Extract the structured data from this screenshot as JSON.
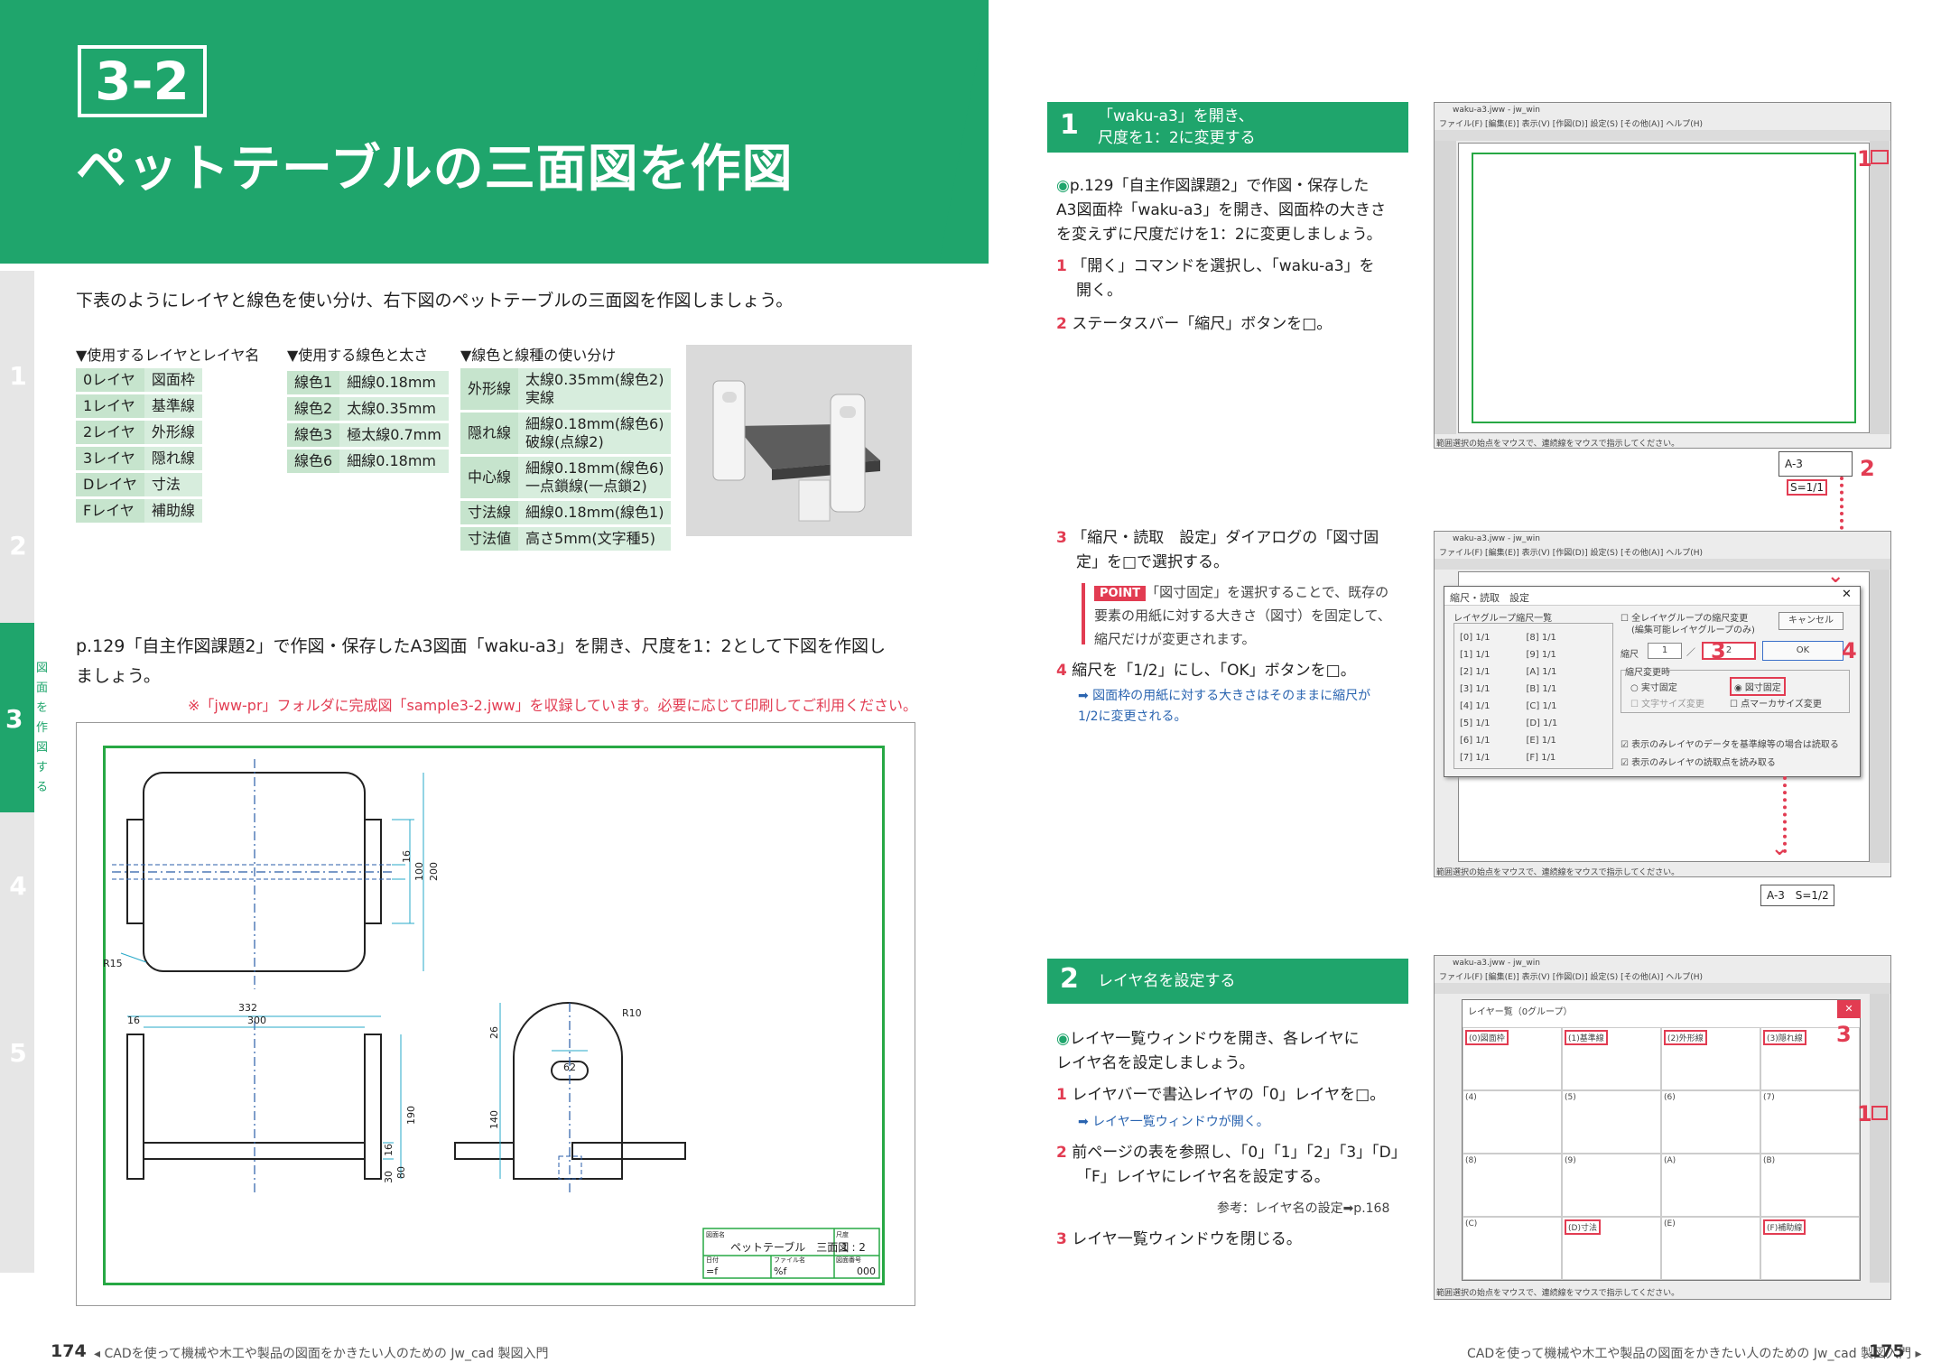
{
  "header": {
    "chapter": "3-2",
    "title": "ペットテーブルの三面図を作図"
  },
  "side_tabs": [
    "1",
    "2",
    "3",
    "4",
    "5"
  ],
  "side_tab_label": "図面を作図する",
  "intro": "下表のようにレイヤと線色を使い分け、右下図のペットテーブルの三面図を作図しましょう。",
  "tables": {
    "layers_head": "▼使用するレイヤとレイヤ名",
    "layers": [
      [
        "0レイヤ",
        "図面枠"
      ],
      [
        "1レイヤ",
        "基準線"
      ],
      [
        "2レイヤ",
        "外形線"
      ],
      [
        "3レイヤ",
        "隠れ線"
      ],
      [
        "Dレイヤ",
        "寸法"
      ],
      [
        "Fレイヤ",
        "補助線"
      ]
    ],
    "colors_head": "▼使用する線色と太さ",
    "colors": [
      [
        "線色1",
        "細線0.18mm"
      ],
      [
        "線色2",
        "太線0.35mm"
      ],
      [
        "線色3",
        "極太線0.7mm"
      ],
      [
        "線色6",
        "細線0.18mm"
      ]
    ],
    "usage_head": "▼線色と線種の使い分け",
    "usage": [
      [
        "外形線",
        "太線0.35mm(線色2)",
        "実線"
      ],
      [
        "隠れ線",
        "細線0.18mm(線色6)",
        "破線(点線2)"
      ],
      [
        "中心線",
        "細線0.18mm(線色6)",
        "一点鎖線(一点鎖2)"
      ],
      [
        "寸法線",
        "細線0.18mm(線色1)",
        ""
      ],
      [
        "寸法値",
        "高さ5mm(文字種5)",
        ""
      ]
    ]
  },
  "task_line1": "p.129「自主作図課題2」で作図・保存したA3図面「waku-a3」を開き、尺度を1：2として下図を作図し",
  "task_line2": "ましょう。",
  "note": "※「jww-pr」フォルダに完成図「sample3-2.jww」を収録しています。必要に応じて印刷してご利用ください。",
  "drawing": {
    "dims": {
      "w332": "332",
      "w300": "300",
      "w16": "16",
      "h16": "16",
      "h100": "100",
      "h200": "200",
      "r15": "R15",
      "h190": "190",
      "h30": "30",
      "h16b": "16",
      "h80": "80",
      "h26": "26",
      "h140": "140",
      "w62": "62",
      "r10": "R10"
    },
    "title_block": {
      "name_label": "図面名",
      "name": "ペットテーブル　三面図",
      "scale_label": "尺度",
      "scale": "1 : 2",
      "f1": "=f",
      "f2": "%f",
      "num_label": "図面番号",
      "num": "000",
      "l1": "日付",
      "l2": "ファイル名"
    }
  },
  "steps": [
    {
      "num": "1",
      "title1": "「waku-a3」を開き、",
      "title2": "尺度を1：2に変更する",
      "lead1": "p.129「自主作図課題2」で作図・保存した",
      "lead2": "A3図面枠「waku-a3」を開き、図面枠の大きさ",
      "lead3": "を変えずに尺度だけを1：2に変更しましょう。",
      "s1n": "1",
      "s1a": "「開く」コマンドを選択し、「waku-a3」を",
      "s1b": "開く。",
      "s2n": "2",
      "s2": "ステータスバー「縮尺」ボタンを□。",
      "s3n": "3",
      "s3a": "「縮尺・読取　設定」ダイアログの「図寸固",
      "s3b": "定」を□で選択する。",
      "point": "POINT",
      "p1": "「図寸固定」を選択することで、既存の",
      "p2": "要素の用紙に対する大きさ（図寸）を固定して、",
      "p3": "縮尺だけが変更されます。",
      "s4n": "4",
      "s4": "縮尺を「1/2」にし、「OK」ボタンを□。",
      "s4sub1": "➡ 図面枠の用紙に対する大きさはそのままに縮尺が",
      "s4sub2": "1/2に変更される。"
    },
    {
      "num": "2",
      "title": "レイヤ名を設定する",
      "lead1": "レイヤ一覧ウィンドウを開き、各レイヤに",
      "lead2": "レイヤ名を設定しましょう。",
      "s1n": "1",
      "s1": "レイヤバーで書込レイヤの「0」レイヤを□。",
      "s1sub": "➡ レイヤ一覧ウィンドウが開く。",
      "s2n": "2",
      "s2a": "前ページの表を参照し、「0」「1」「2」「3」「D」",
      "s2b": "「F」レイヤにレイヤ名を設定する。",
      "ref": "参考：レイヤ名の設定➡p.168",
      "s3n": "3",
      "s3": "レイヤ一覧ウィンドウを閉じる。"
    }
  ],
  "screens": {
    "title1": "waku-a3.jww - jw_win",
    "menu": "ファイル(F)  [編集(E)]  表示(V)  [作図(D)]  設定(S)  [その他(A)]  ヘルプ(H)",
    "status": "範囲選択の始点をマウスで、連続線をマウスで指示してください。",
    "status_a3": "A-3",
    "status_s": "S=1/1",
    "status_s2": "S=1/2",
    "dialog_title": "縮尺・読取　設定",
    "dialog_group": "レイヤグループ縮尺一覧",
    "dialog_rows": [
      [
        "[0]",
        "1/1",
        "[8]",
        "1/1"
      ],
      [
        "[1]",
        "1/1",
        "[9]",
        "1/1"
      ],
      [
        "[2]",
        "1/1",
        "[A]",
        "1/1"
      ],
      [
        "[3]",
        "1/1",
        "[B]",
        "1/1"
      ],
      [
        "[4]",
        "1/1",
        "[C]",
        "1/1"
      ],
      [
        "[5]",
        "1/1",
        "[D]",
        "1/1"
      ],
      [
        "[6]",
        "1/1",
        "[E]",
        "1/1"
      ],
      [
        "[7]",
        "1/1",
        "[F]",
        "1/1"
      ]
    ],
    "dialog_all": "全レイヤグループの縮尺変更",
    "dialog_all2": "(編集可能レイヤグループのみ)",
    "dialog_cancel": "キャンセル",
    "dialog_ok": "OK",
    "dialog_scale": "縮尺",
    "dialog_num": "1",
    "dialog_den": "2",
    "dialog_change": "縮尺変更時",
    "dialog_r1": "実寸固定",
    "dialog_r2": "図寸固定",
    "dialog_c1": "文字サイズ変更",
    "dialog_c2": "点マーカサイズ変更",
    "dialog_c3": "表示のみレイヤのデータを基準線等の場合は読取る",
    "dialog_c4": "表示のみレイヤの読取点を読み取る",
    "layer_window_title": "レイヤー覧（0グループ）",
    "layer_names": [
      "(0)図面枠",
      "(1)基準線",
      "(2)外形線",
      "(3)隠れ線",
      "(4)",
      "(5)",
      "(6)",
      "(7)",
      "(8)",
      "(9)",
      "(A)",
      "(B)",
      "(C)",
      "(D)寸法",
      "(E)",
      "(F)補助線"
    ],
    "callouts": {
      "c1": "1",
      "c2": "2",
      "c3": "3",
      "c4": "4",
      "c5": "3",
      "c6": "1"
    }
  },
  "footer": {
    "left_num": "174",
    "left_text": "◂ CADを使って機械や木工や製品の図面をかきたい人のための Jw_cad 製図入門",
    "right_text": "CADを使って機械や木工や製品の図面をかきたい人のための Jw_cad 製図入門 ▸",
    "right_num": "175"
  }
}
